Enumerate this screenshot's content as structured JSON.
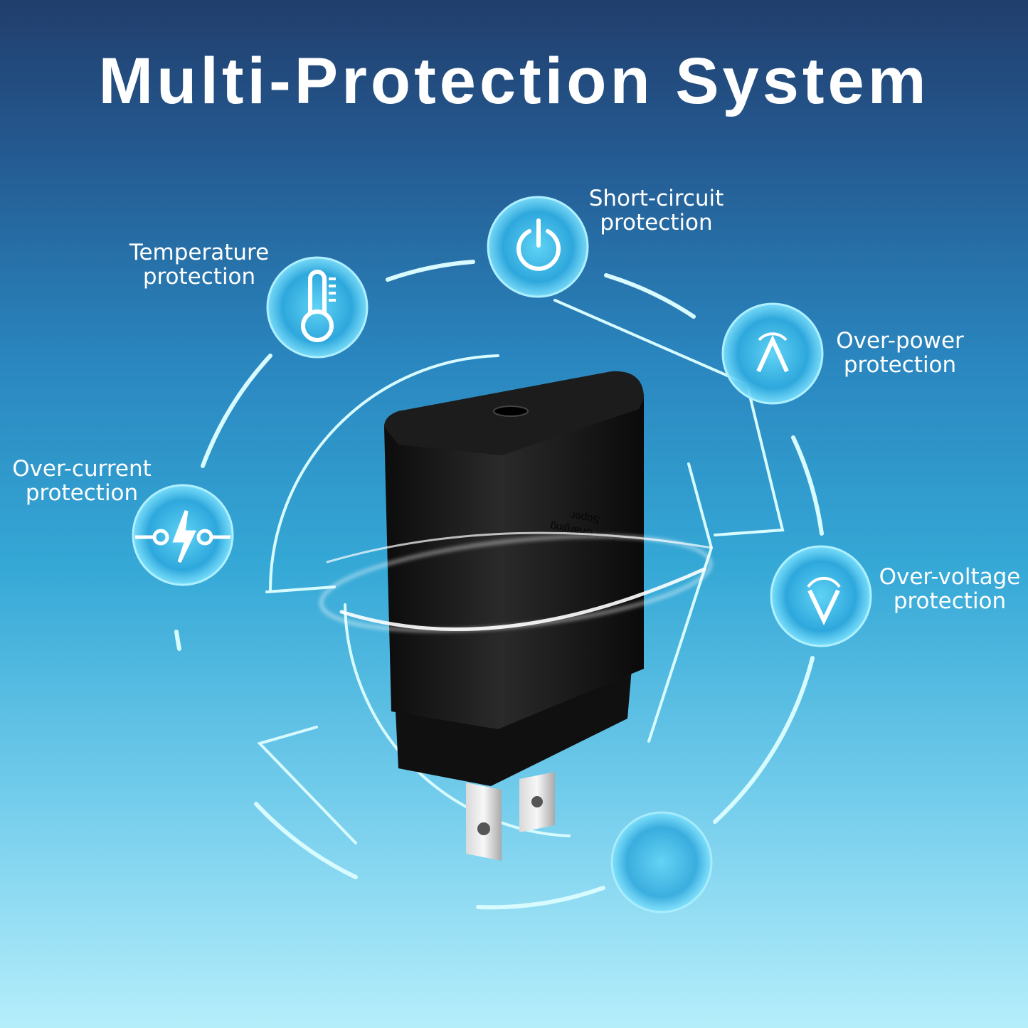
{
  "title": "Multi-Protection System",
  "features": [
    {
      "line1": "Temperature",
      "line2": "protection",
      "icon": "thermometer-icon"
    },
    {
      "line1": "Short-circuit",
      "line2": "protection",
      "icon": "power-icon"
    },
    {
      "line1": "Over-power",
      "line2": "protection",
      "icon": "ampere-icon"
    },
    {
      "line1": "Over-current",
      "line2": "protection",
      "icon": "current-lightning-icon"
    },
    {
      "line1": "Over-voltage",
      "line2": "protection",
      "icon": "voltage-icon"
    }
  ],
  "product": {
    "text_line1": "Fast Charging",
    "text_line2": "Super"
  },
  "colors": {
    "accent": "#bff4ff",
    "charger": "#151515"
  }
}
